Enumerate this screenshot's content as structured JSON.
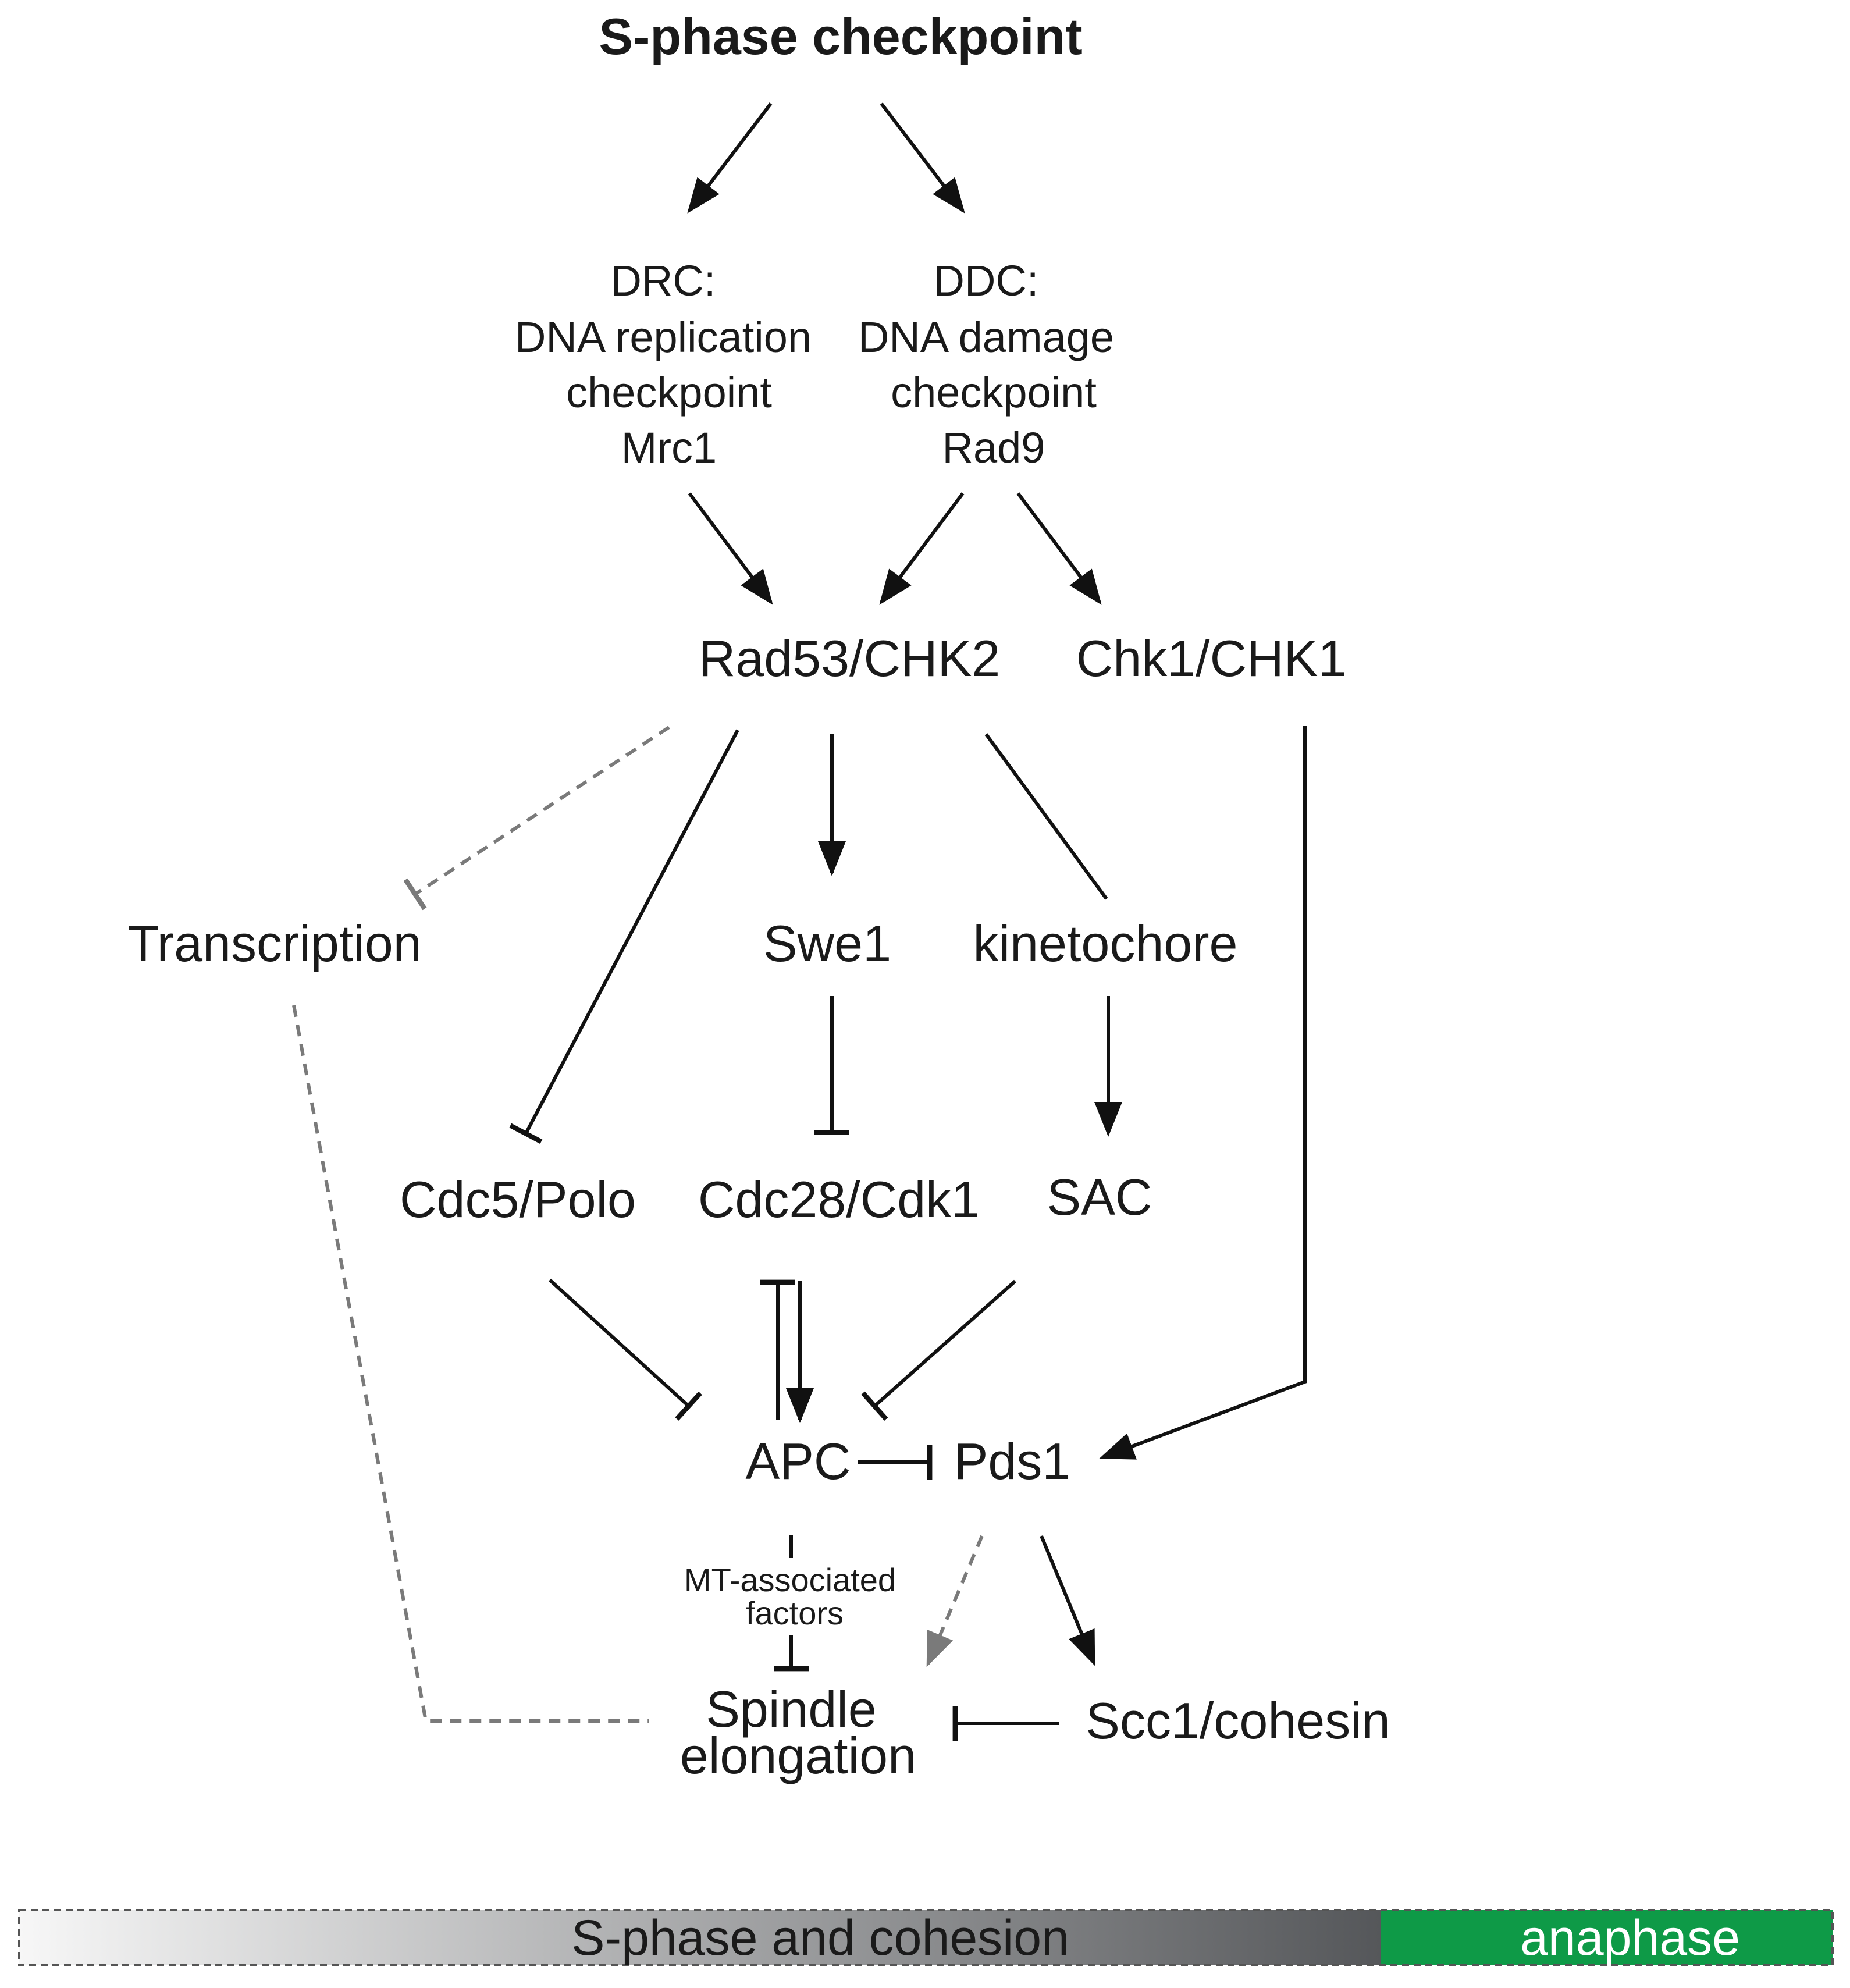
{
  "title": "S-phase checkpoint",
  "drc": {
    "line1": "DRC:",
    "line2": "DNA replication",
    "line3": "checkpoint",
    "line4": "Mrc1"
  },
  "ddc": {
    "line1": "DDC:",
    "line2": "DNA damage",
    "line3": "checkpoint",
    "line4": "Rad9"
  },
  "nodes": {
    "rad53": "Rad53/CHK2",
    "chk1": "Chk1/CHK1",
    "transcription": "Transcription",
    "swe1": "Swe1",
    "kinetochore": "kinetochore",
    "cdc5": "Cdc5/Polo",
    "cdc28": "Cdc28/Cdk1",
    "sac": "SAC",
    "apc": "APC",
    "pds1": "Pds1",
    "mt_line1": "MT-associated",
    "mt_line2": "factors",
    "spindle_line1": "Spindle",
    "spindle_line2": "elongation",
    "scc1": "Scc1/cohesin"
  },
  "phase_bar": {
    "sphase_label": "S-phase and cohesion",
    "anaphase_label": "anaphase",
    "anaphase_color": "#0e9a47",
    "gradient_start": "#f7f7f7",
    "gradient_end": "#55575a"
  }
}
